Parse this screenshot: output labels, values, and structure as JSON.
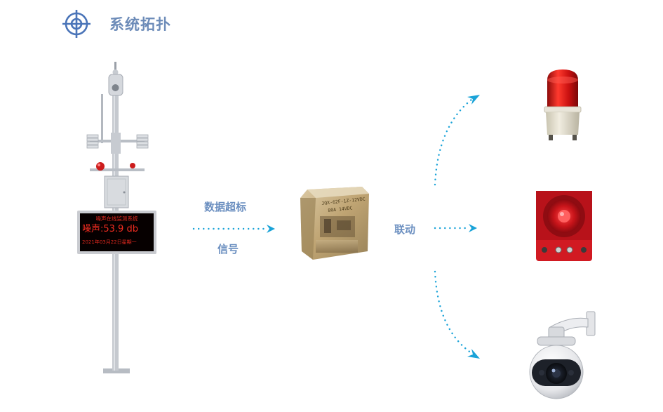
{
  "header": {
    "title": "系统拓扑",
    "icon": "crosshair-target-icon",
    "accent_color": "#4a74b8"
  },
  "labels": {
    "signal_top": "数据超标",
    "signal_bottom": "信号",
    "linkage": "联动"
  },
  "led_display": {
    "line1": "噪声在线监测系统",
    "line2": "噪声:53.9 db",
    "line3": "2021年03月22日星期一"
  },
  "relay": {
    "line1": "JQX-62F-1Z-12VDC",
    "line2": "80A  14VDC"
  },
  "devices": {
    "icons": [
      "noise-monitoring-station-icon",
      "relay-icon",
      "warning-light-icon",
      "siren-speaker-icon",
      "dome-camera-icon"
    ]
  },
  "colors": {
    "arrow": "#1aa3d8",
    "label_text": "#6b8fc0",
    "led_text": "#e0281e",
    "alarm_red": "#d11a1a"
  }
}
